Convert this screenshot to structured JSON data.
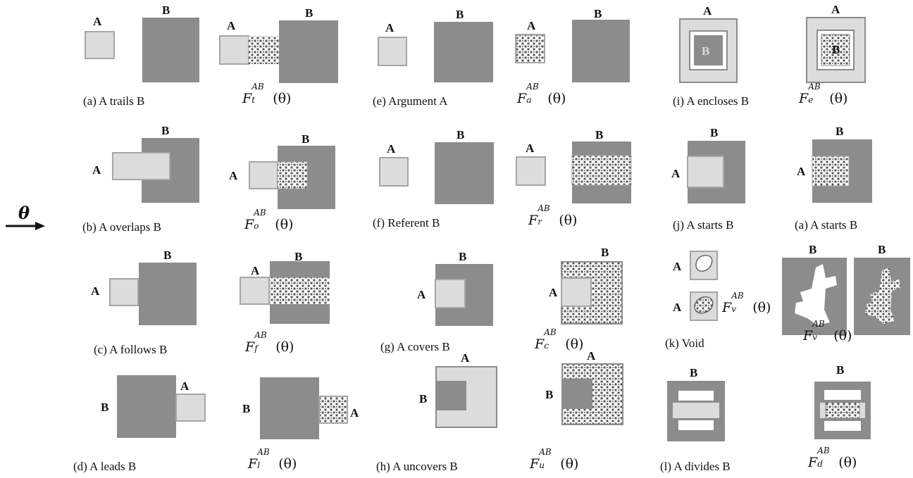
{
  "labels": {
    "a": "A",
    "b": "B"
  },
  "theta": "θ",
  "colors": {
    "dark": "#8c8c8c",
    "light": "#dcdcdc",
    "light_border": "#a6a6a6",
    "white": "#ffffff",
    "text": "#111111"
  },
  "captions": {
    "trails": "(a) A trails B",
    "overlaps": "(b) A overlaps B",
    "follows": "(c) A follows B",
    "leads": "(d) A leads B",
    "argument": "(e) Argument A",
    "referent": "(f) Referent B",
    "covers": "(g) A covers B",
    "uncovers": "(h) A uncovers B",
    "encloses": "(i) A encloses B",
    "starts_j": "(j) A starts B",
    "void": "(k) Void",
    "divides": "(l) A divides B",
    "starts_a": "(a) A starts B"
  },
  "functions": {
    "base": "F",
    "sup": "AB",
    "arg": "(θ)",
    "subs": {
      "t": "t",
      "o": "o",
      "f": "f",
      "l": "l",
      "a": "a",
      "r": "r",
      "c": "c",
      "u": "u",
      "e": "e",
      "v": "v",
      "d": "d"
    }
  }
}
